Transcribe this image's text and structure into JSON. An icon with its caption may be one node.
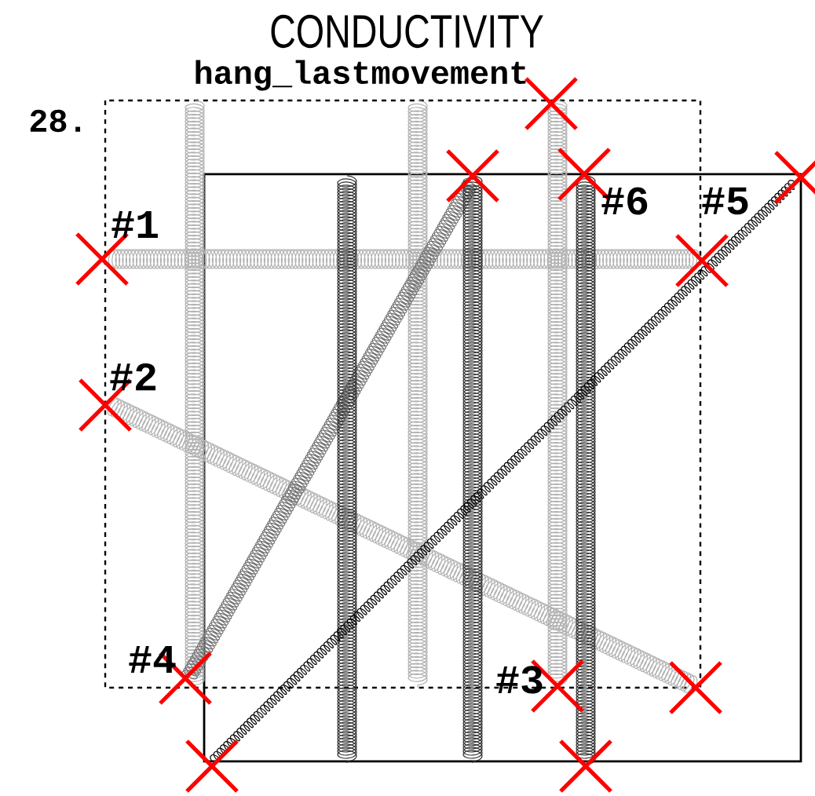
{
  "diagram": {
    "title": "CONDUCTIVITY",
    "labels": [
      "hang_lastmovement",
      "28.",
      "#1",
      "#6",
      "#5",
      "#2",
      "#4",
      "#3"
    ]
  }
}
